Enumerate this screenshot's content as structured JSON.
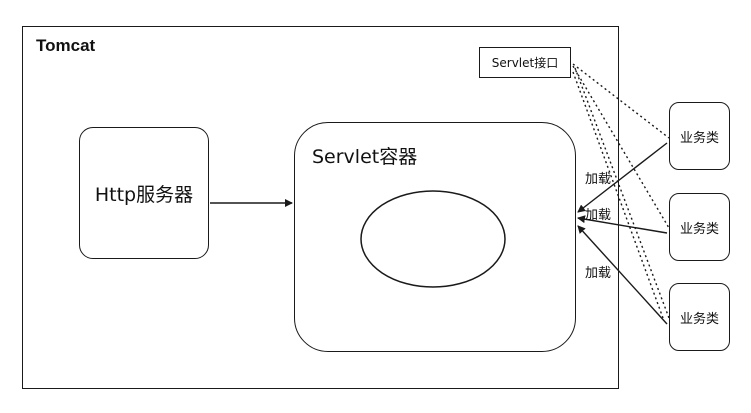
{
  "container": {
    "title": "Tomcat"
  },
  "servlet_interface": {
    "label": "Servlet接口"
  },
  "http_server": {
    "label": "Http服务器"
  },
  "servlet_container": {
    "label": "Servlet容器"
  },
  "business_classes": [
    {
      "label": "业务类"
    },
    {
      "label": "业务类"
    },
    {
      "label": "业务类"
    }
  ],
  "load_labels": [
    "加载",
    "加载",
    "加载"
  ],
  "colors": {
    "stroke": "#1a1a1a",
    "background": "#ffffff"
  }
}
